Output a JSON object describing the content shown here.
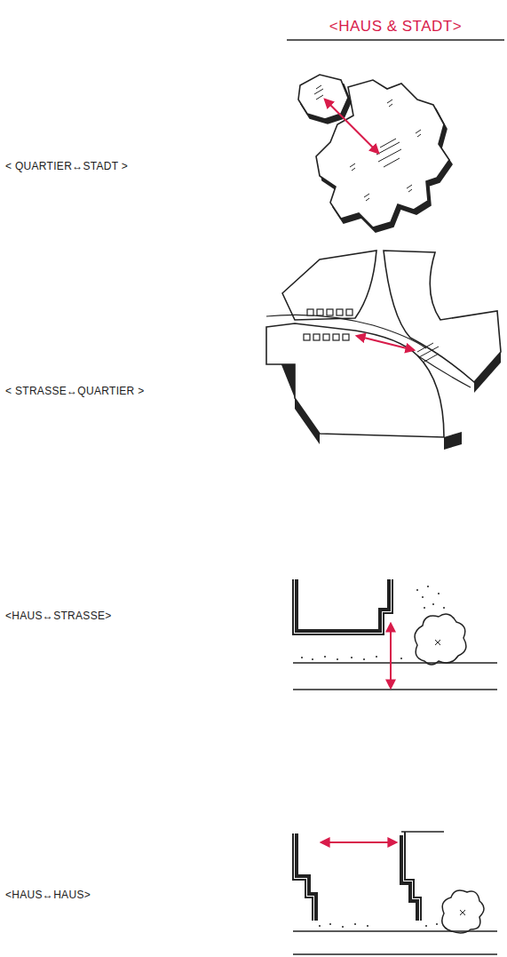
{
  "diagram": {
    "title": "<HAUS & STADT>",
    "labels": [
      "< QUARTIER↔STADT >",
      "< STRASSE↔QUARTIER >",
      "<HAUS↔STRASSE>",
      "<HAUS↔HAUS>"
    ]
  }
}
